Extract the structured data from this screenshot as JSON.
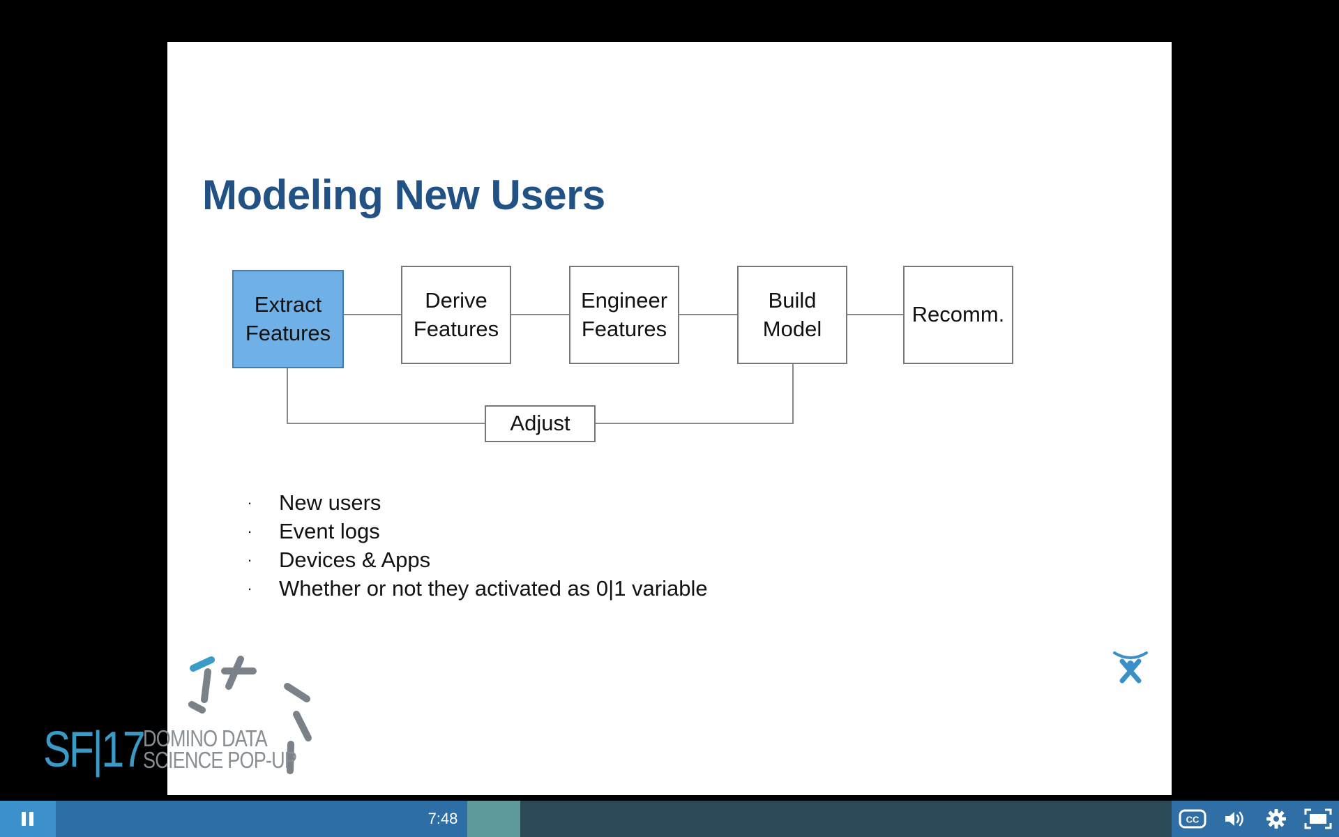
{
  "slide": {
    "title": "Modeling New Users",
    "flow": {
      "nodes": [
        {
          "id": "extract",
          "line1": "Extract",
          "line2": "Features",
          "highlighted": true
        },
        {
          "id": "derive",
          "line1": "Derive",
          "line2": "Features",
          "highlighted": false
        },
        {
          "id": "engineer",
          "line1": "Engineer",
          "line2": "Features",
          "highlighted": false
        },
        {
          "id": "build",
          "line1": "Build",
          "line2": "Model",
          "highlighted": false
        },
        {
          "id": "recommend",
          "line1": "Recomm.",
          "line2": "",
          "highlighted": false
        }
      ],
      "feedback_label": "Adjust"
    },
    "bullet_char": "·",
    "bullets": [
      "New users",
      "Event logs",
      "Devices & Apps",
      "Whether or not they activated as 0|1 variable"
    ],
    "corner_logo_icon": "atlassian-logo-icon"
  },
  "event_branding": {
    "code": "SF|17",
    "line1": "DOMINO DATA",
    "line2": "SCIENCE POP-UP"
  },
  "player": {
    "timecode": "7:48",
    "played_fraction": 0.369,
    "buffered_fraction": 0.416,
    "icons": {
      "play_pause": "pause-icon",
      "captions": "closed-captions-icon",
      "volume": "volume-icon",
      "settings": "gear-icon",
      "fullscreen": "fullscreen-icon"
    }
  },
  "colors": {
    "title": "#215283",
    "highlighted_node": "#6fb1e6",
    "player_bar": "#2a6d8a",
    "brand_blue": "#3b9bc7"
  }
}
